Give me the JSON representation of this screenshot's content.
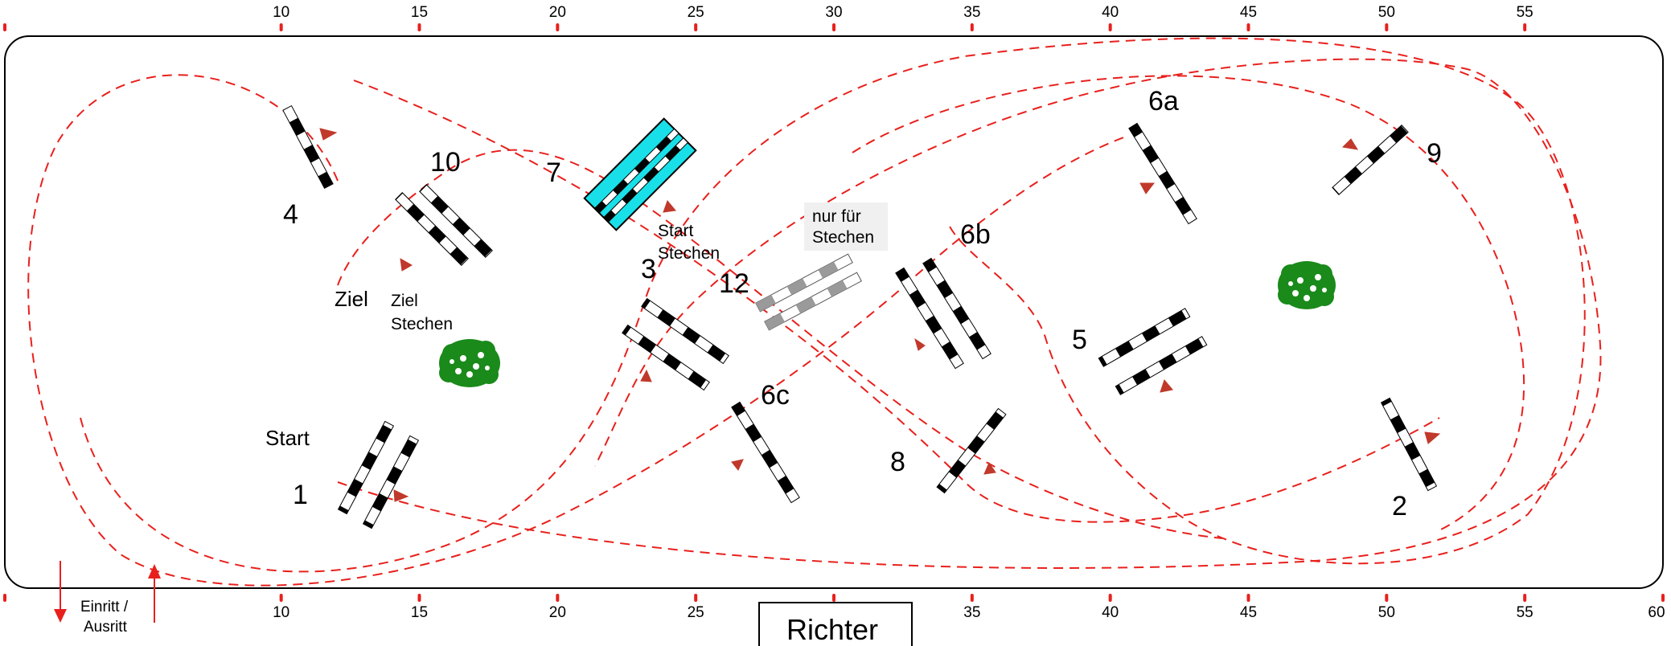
{
  "arena": {
    "ruler_top": [
      "10",
      "15",
      "20",
      "25",
      "30",
      "35",
      "40",
      "45",
      "50",
      "55"
    ],
    "ruler_bottom": [
      "10",
      "15",
      "20",
      "25",
      "30",
      "35",
      "40",
      "45",
      "50",
      "55",
      "60"
    ],
    "judge_label": "Richter",
    "entrance_label": [
      "Einritt /",
      "Ausritt"
    ]
  },
  "obstacles": {
    "n1": "1",
    "n2": "2",
    "n3": "3",
    "n4": "4",
    "n5": "5",
    "n6a": "6a",
    "n6b": "6b",
    "n6c": "6c",
    "n7": "7",
    "n8": "8",
    "n9": "9",
    "n10": "10",
    "n12": "12"
  },
  "labels": {
    "start": "Start",
    "ziel": "Ziel",
    "ziel_stechen": [
      "Ziel",
      "Stechen"
    ],
    "start_stechen": [
      "Start",
      "Stechen"
    ],
    "nur_fuer_stechen": [
      "nur für",
      "Stechen"
    ]
  },
  "colors": {
    "path": "#e8201c",
    "arrow": "#c0392b",
    "water": "#19e0e8",
    "bush": "#1a8a1a",
    "fence_dark": "#000000",
    "fence_light": "#ffffff",
    "fence_grey": "#9a9a9a"
  }
}
